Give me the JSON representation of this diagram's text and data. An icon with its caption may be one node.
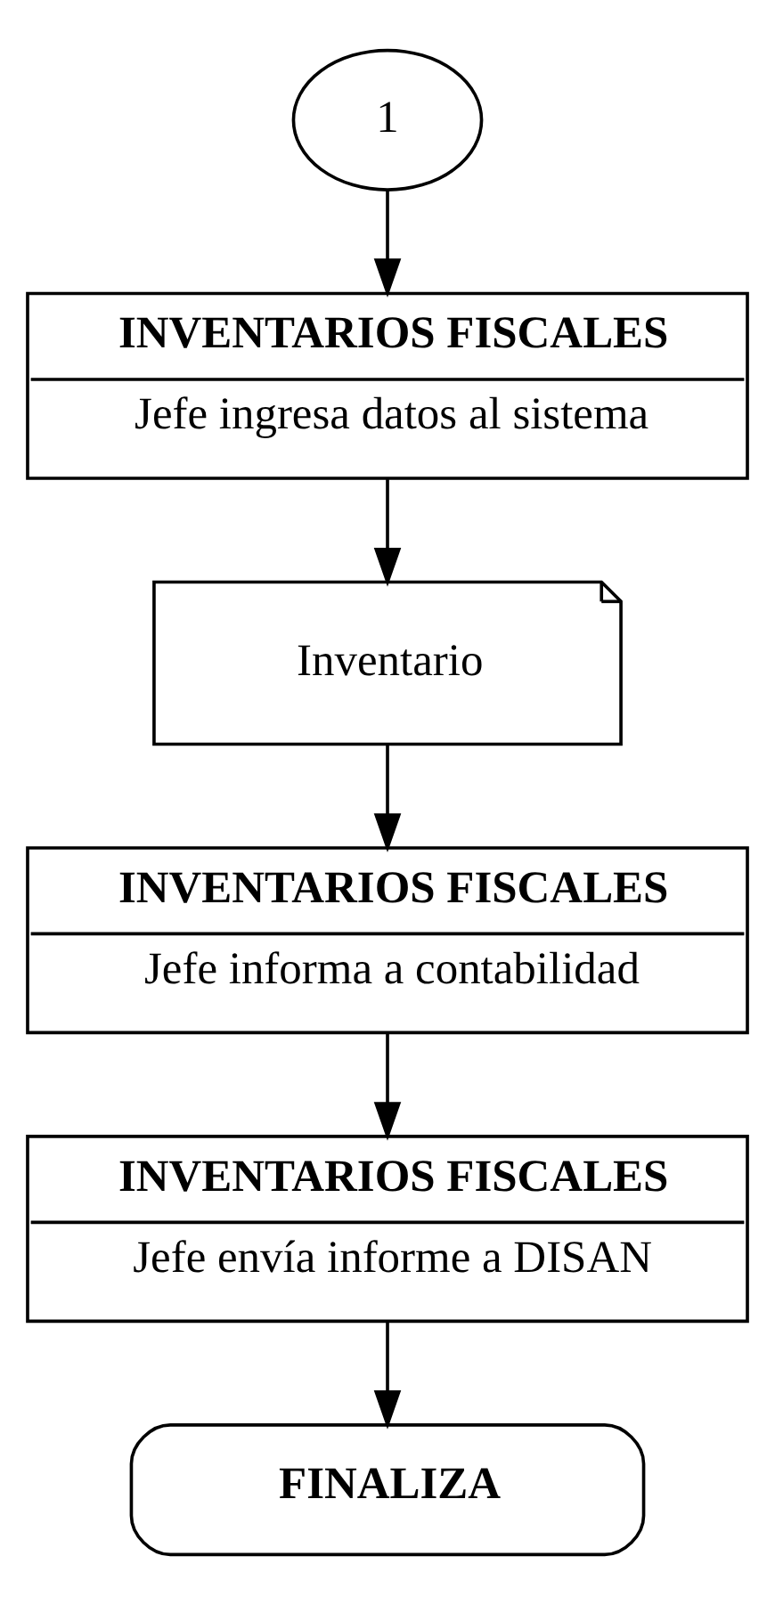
{
  "diagram": {
    "nodes": [
      {
        "text": [
          "1"
        ]
      },
      {
        "text": [
          "INVENTARIOS FISCALES",
          "Jefe ingresa datos al sistema"
        ]
      },
      {
        "text": [
          "Inventario"
        ]
      },
      {
        "text": [
          "INVENTARIOS FISCALES",
          "Jefe informa a contabilidad"
        ]
      },
      {
        "text": [
          "INVENTARIOS FISCALES",
          "Jefe envía informe a DISAN"
        ]
      },
      {
        "text": [
          "FINALIZA"
        ]
      }
    ],
    "edges": [
      {
        "from": 0,
        "to": 1,
        "arrow": "to"
      },
      {
        "from": 1,
        "to": 2,
        "arrow": "to"
      },
      {
        "from": 2,
        "to": 3,
        "arrow": "to"
      },
      {
        "from": 3,
        "to": 4,
        "arrow": "to"
      },
      {
        "from": 4,
        "to": 5,
        "arrow": "to"
      }
    ]
  }
}
